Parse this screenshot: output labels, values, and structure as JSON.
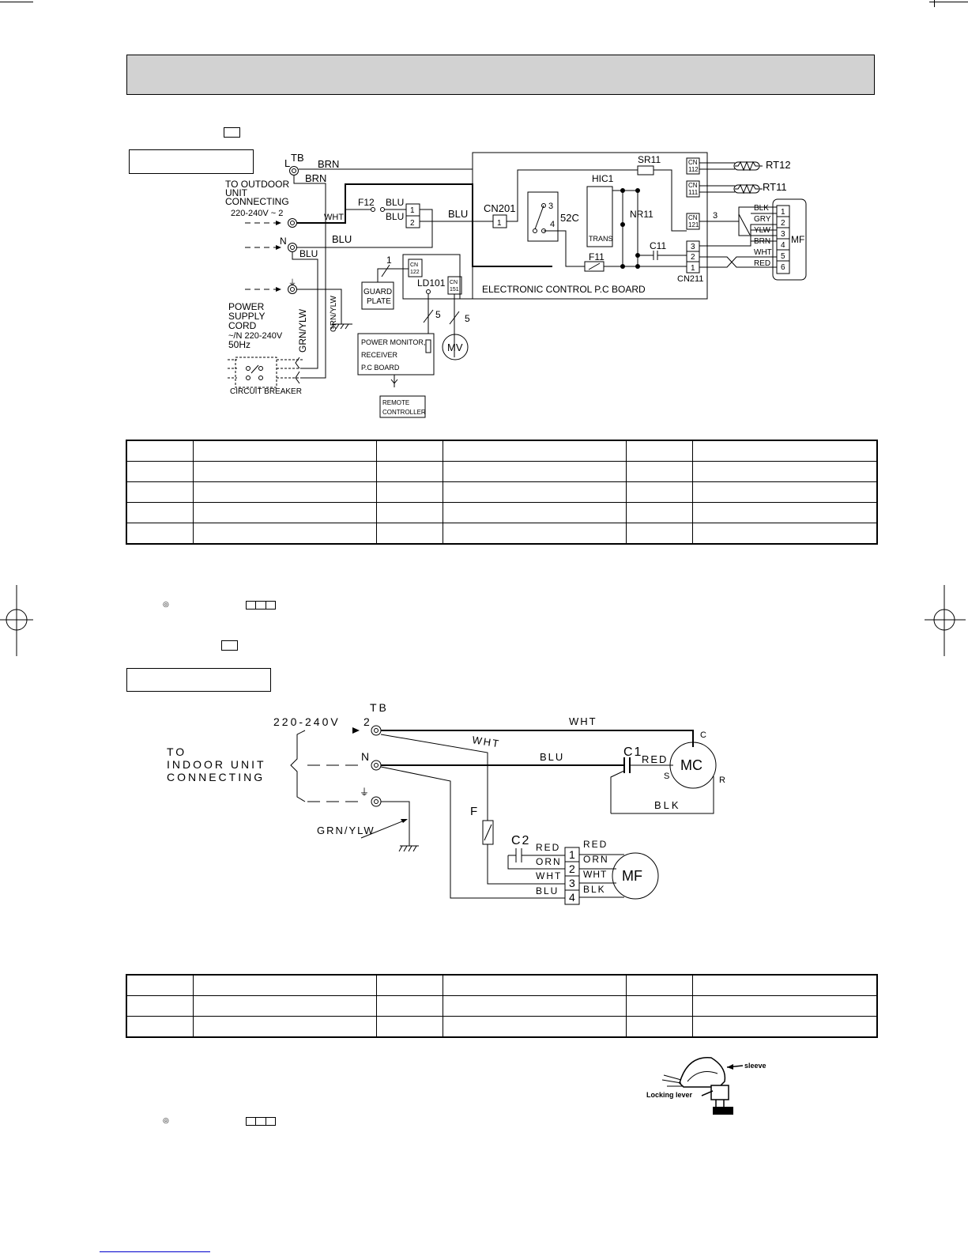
{
  "indoor": {
    "cn112": [
      "CN",
      "112"
    ],
    "cn111": [
      "CN",
      "111"
    ],
    "cn121": [
      "CN",
      "121"
    ],
    "cn122": [
      "CN",
      "122"
    ],
    "cn151": [
      "CN",
      "151"
    ],
    "tb": "TB",
    "l": "L",
    "brn1": "BRN",
    "brn2": "BRN",
    "to_outdoor": [
      "TO OUTDOOR",
      "UNIT",
      "CONNECTING"
    ],
    "voltage": "220-240V ~ 2",
    "wht": "WHT",
    "n": "N",
    "blu_n": "BLU",
    "blu_main": "BLU",
    "blu_f12": "BLU",
    "blu_f12b": "BLU",
    "f12": "F12",
    "cn201": "CN201",
    "cn201_pin": "1",
    "pin1": "1",
    "pin2": "2",
    "relay_3": "3",
    "relay_4": "4",
    "relay_52c": "52C",
    "hic1": "HIC1",
    "trans": "TRANS",
    "nr11": "NR11",
    "sr11": "SR11",
    "rt12": "RT12",
    "rt11": "RT11",
    "f11": "F11",
    "c11": "C11",
    "cn211": "CN211",
    "cn211_pins": [
      "3",
      "2",
      "1"
    ],
    "mf_pins": [
      "1",
      "2",
      "3",
      "4",
      "5",
      "6"
    ],
    "mf_wires": [
      "BLK",
      "GRY",
      "YLW",
      "BRN",
      "WHT",
      "RED"
    ],
    "mf": "MF",
    "wire3": "3",
    "guard_wire": "1",
    "guard": [
      "GUARD",
      "PLATE"
    ],
    "ld101": "LD101",
    "board": "ELECTRONIC CONTROL P.C BOARD",
    "wire5a": "5",
    "wire5b": "5",
    "mv": "MV",
    "receiver": [
      "POWER MONITOR,",
      "RECEIVER",
      "P.C BOARD"
    ],
    "remote": [
      "REMOTE",
      "CONTROLLER"
    ],
    "power": [
      "POWER",
      "SUPPLY",
      "CORD",
      "~/N 220-240V",
      "50Hz"
    ],
    "grn_ylw_a": "GRN/YLW",
    "grn_ylw_b": "GRN/YLW",
    "circuit_breaker": "CIRCUIT BREAKER"
  },
  "outdoor": {
    "voltage": "220-240V",
    "terminal2": "2",
    "tb": "TB",
    "n": "N",
    "to_indoor": [
      "TO",
      "INDOOR UNIT",
      "CONNECTING"
    ],
    "grn_ylw": "GRN/YLW",
    "wht_top": "WHT",
    "wht_diag": "WHT",
    "blu": "BLU",
    "c1": "C1",
    "red_c1": "RED",
    "mc": "MC",
    "mc_c": "C",
    "mc_s": "S",
    "mc_r": "R",
    "blk": "BLK",
    "fuse": "F",
    "c2": "C2",
    "left_wires": [
      "RED",
      "ORN",
      "WHT",
      "BLU"
    ],
    "pins": [
      "1",
      "2",
      "3",
      "4"
    ],
    "right_wires": [
      "RED",
      "ORN",
      "WHT",
      "BLK"
    ],
    "mf": "MF"
  },
  "callout": {
    "sleeve": "sleeve",
    "locking_lever": "Locking lever"
  }
}
